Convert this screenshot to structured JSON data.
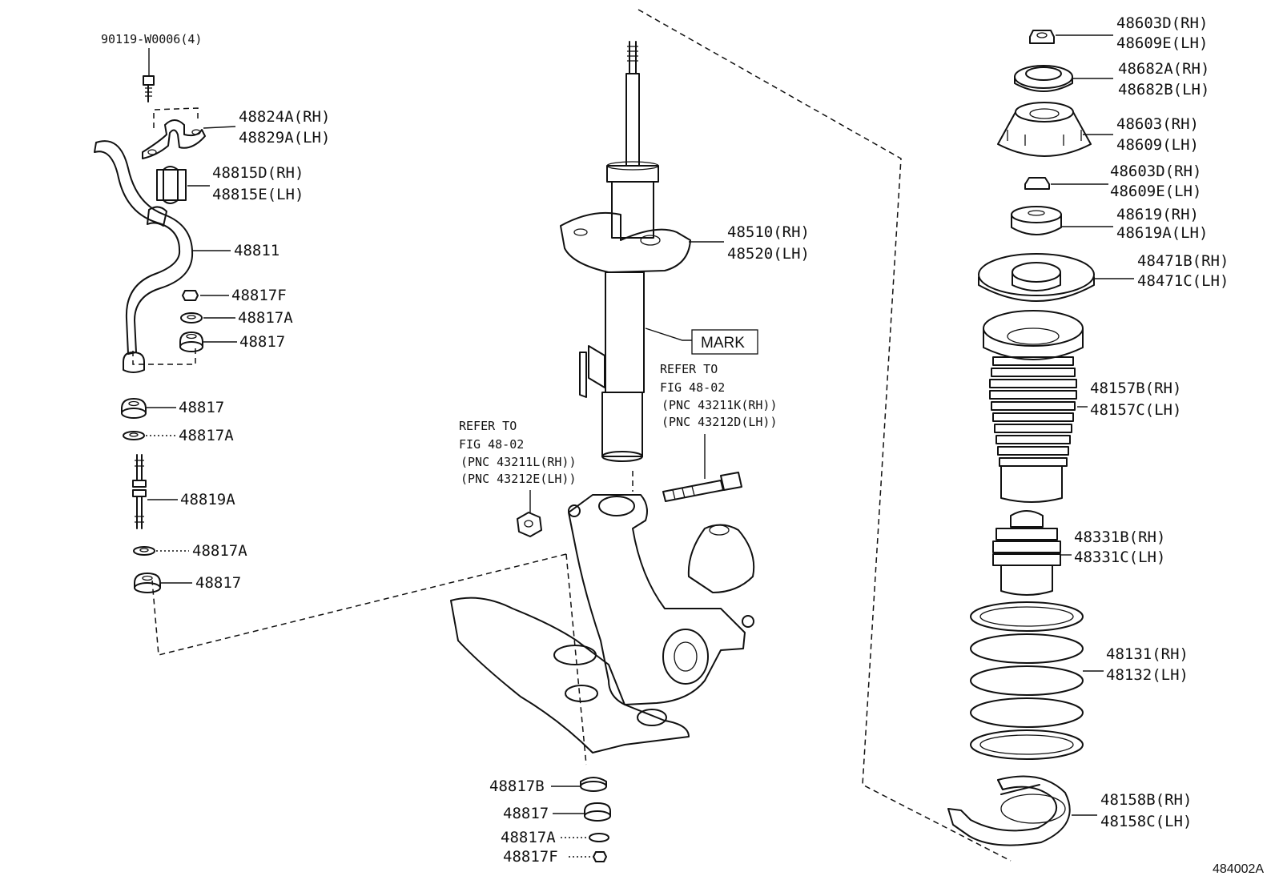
{
  "diagram_code": "484002A",
  "labels": {
    "bolt_90119": "90119-W0006(4)",
    "bracket_rh": "48824A(RH)",
    "bracket_lh": "48829A(LH)",
    "bushing_rh": "48815D(RH)",
    "bushing_lh": "48815E(LH)",
    "stabilizer_bar": "48811",
    "link_nut_f_upper": "48817F",
    "link_washer_a_upper": "48817A",
    "link_cushion_upper": "48817",
    "link_cushion_mid": "48817",
    "link_washer_a_mid": "48817A",
    "stabilizer_link": "48819A",
    "link_washer_a_lower": "48817A",
    "link_cushion_lower": "48817",
    "absorber_rh": "48510(RH)",
    "absorber_lh": "48520(LH)",
    "mark": "MARK",
    "refer_right_1": "REFER TO",
    "refer_right_2": "FIG 48-02",
    "refer_right_3": "(PNC 43211K(RH))",
    "refer_right_4": "(PNC 43212D(LH))",
    "refer_left_1": "REFER TO",
    "refer_left_2": "FIG 48-02",
    "refer_left_3": "(PNC 43211L(RH))",
    "refer_left_4": "(PNC 43212E(LH))",
    "bottom_b": "48817B",
    "bottom_cushion": "48817",
    "bottom_a": "48817A",
    "bottom_f": "48817F",
    "nut_top_rh": "48603D(RH)",
    "nut_top_lh": "48609E(LH)",
    "cover_rh": "48682A(RH)",
    "cover_lh": "48682B(LH)",
    "support_rh": "48603(RH)",
    "support_lh": "48609(LH)",
    "nut_mid_rh": "48603D(RH)",
    "nut_mid_lh": "48609E(LH)",
    "retainer_rh": "48619(RH)",
    "retainer_lh": "48619A(LH)",
    "seat_rh": "48471B(RH)",
    "seat_lh": "48471C(LH)",
    "boot_rh": "48157B(RH)",
    "boot_lh": "48157C(LH)",
    "bumper_rh": "48331B(RH)",
    "bumper_lh": "48331C(LH)",
    "spring_rh": "48131(RH)",
    "spring_lh": "48132(LH)",
    "insulator_rh": "48158B(RH)",
    "insulator_lh": "48158C(LH)"
  }
}
